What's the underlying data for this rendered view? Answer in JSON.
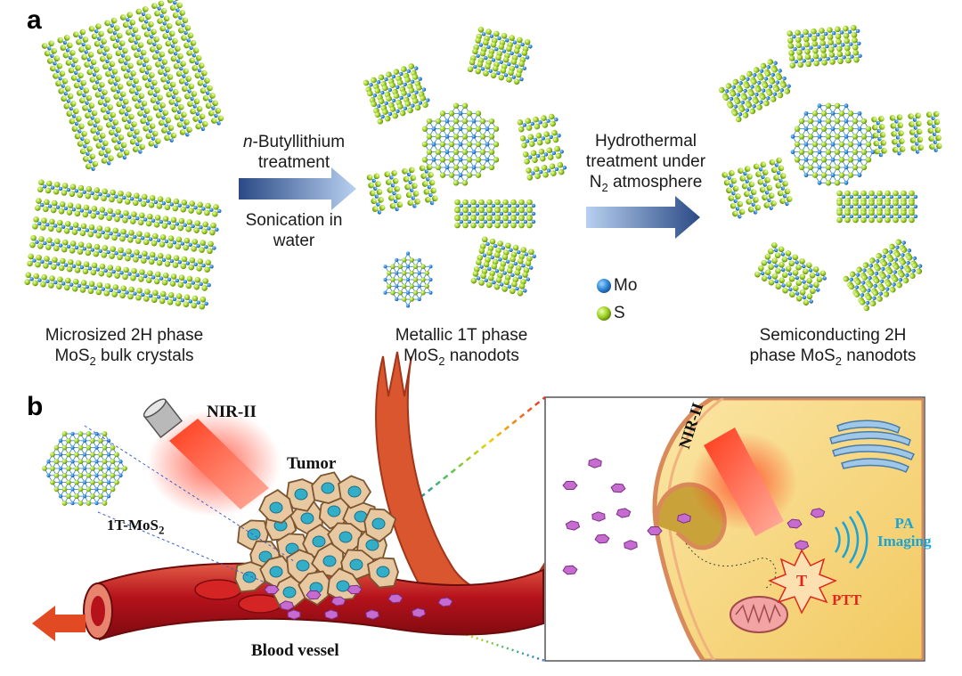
{
  "panel_a": {
    "letter": "a",
    "caption_left": "Microsized 2H phase",
    "caption_left_l2": "MoS",
    "caption_left_l2_sub": "2",
    "caption_left_l2_tail": " bulk crystals",
    "arrow1_top_italic": "n",
    "arrow1_top_rest": "-Butyllithium",
    "arrow1_top_l2": "treatment",
    "arrow1_bottom": "Sonication in",
    "arrow1_bottom_l2": "water",
    "caption_mid": "Metallic 1T phase",
    "caption_mid_l2": "MoS",
    "caption_mid_l2_sub": "2",
    "caption_mid_l2_tail": " nanodots",
    "arrow2_l1": "Hydrothermal",
    "arrow2_l2": "treatment under",
    "arrow2_l3_pre": "N",
    "arrow2_l3_sub": "2",
    "arrow2_l3_tail": " atmosphere",
    "legend_mo": "Mo",
    "legend_s": "S",
    "caption_right": "Semiconducting 2H",
    "caption_right_l2_pre": "phase MoS",
    "caption_right_l2_sub": "2",
    "caption_right_l2_tail": " nanodots"
  },
  "panel_b": {
    "letter": "b",
    "nir_left": "NIR-II",
    "tumor": "Tumor",
    "mos2_label": "1T-MoS",
    "mos2_sub": "2",
    "blood_vessel": "Blood vessel",
    "nir_right": "NIR-II",
    "pa_l1": "PA",
    "pa_l2": "Imaging",
    "ptt": "PTT",
    "ptt_t": "T"
  },
  "colors": {
    "mo_atom": "#2e86d6",
    "s_atom": "#9acd1e",
    "arrow_dark": "#2b4a86",
    "arrow_light": "#a9c4ea",
    "vessel": "#c81e1e",
    "cell_bg": "#f6d98a",
    "nanodot": "#c66bd0",
    "pa_text": "#1aa3d6",
    "ptt_text": "#e0261a"
  }
}
